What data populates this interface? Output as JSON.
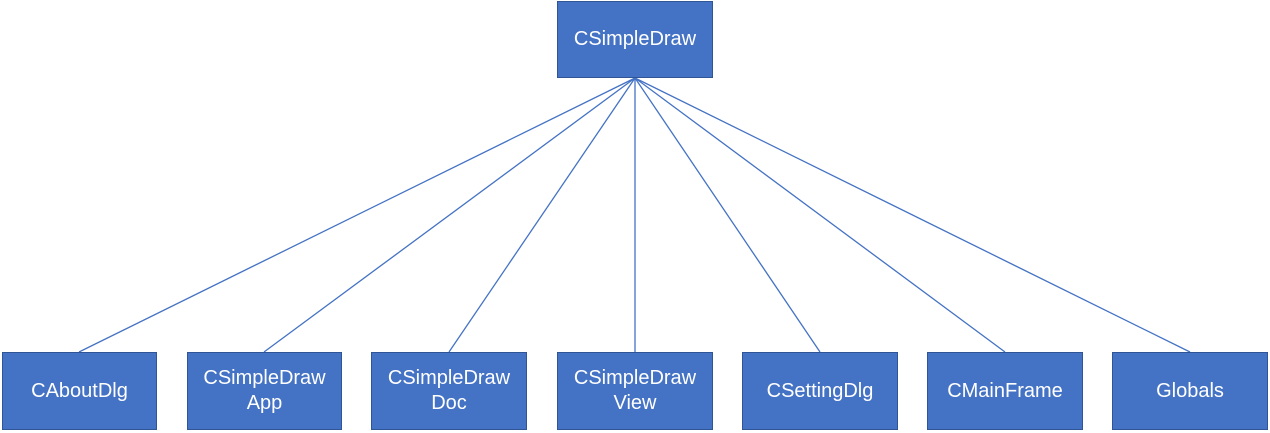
{
  "diagram": {
    "root": {
      "label": "CSimpleDraw"
    },
    "children": [
      {
        "label": "CAboutDlg"
      },
      {
        "label": "CSimpleDraw\nApp"
      },
      {
        "label": "CSimpleDraw\nDoc"
      },
      {
        "label": "CSimpleDraw\nView"
      },
      {
        "label": "CSettingDlg"
      },
      {
        "label": "CMainFrame"
      },
      {
        "label": "Globals"
      }
    ],
    "colors": {
      "node_fill": "#4472c4",
      "node_border": "#2f5597",
      "node_text": "#ffffff",
      "connector": "#4472c4"
    }
  }
}
